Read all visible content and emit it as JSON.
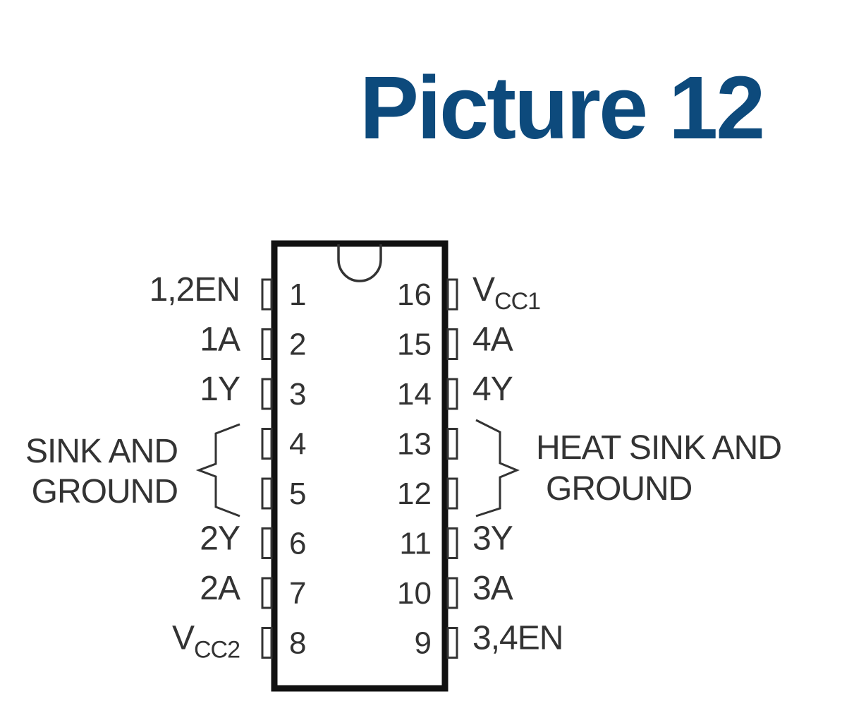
{
  "title": "Picture 12",
  "colors": {
    "title": "#0d4a7c",
    "ink": "#111111",
    "text": "#333333"
  },
  "pins_left": [
    {
      "number": "1",
      "label": "1,2EN"
    },
    {
      "number": "2",
      "label": "1A"
    },
    {
      "number": "3",
      "label": "1Y"
    },
    {
      "number": "4",
      "label": ""
    },
    {
      "number": "5",
      "label": ""
    },
    {
      "number": "6",
      "label": "2Y"
    },
    {
      "number": "7",
      "label": "2A"
    },
    {
      "number": "8",
      "label": "V",
      "sub": "CC2"
    }
  ],
  "pins_right": [
    {
      "number": "16",
      "label": "V",
      "sub": "CC1"
    },
    {
      "number": "15",
      "label": "4A"
    },
    {
      "number": "14",
      "label": "4Y"
    },
    {
      "number": "13",
      "label": ""
    },
    {
      "number": "12",
      "label": ""
    },
    {
      "number": "11",
      "label": "3Y"
    },
    {
      "number": "10",
      "label": "3A"
    },
    {
      "number": "9",
      "label": "3,4EN"
    }
  ],
  "left_group_label": [
    "SINK AND",
    "GROUND"
  ],
  "right_group_label": [
    "HEAT SINK AND",
    "GROUND"
  ]
}
